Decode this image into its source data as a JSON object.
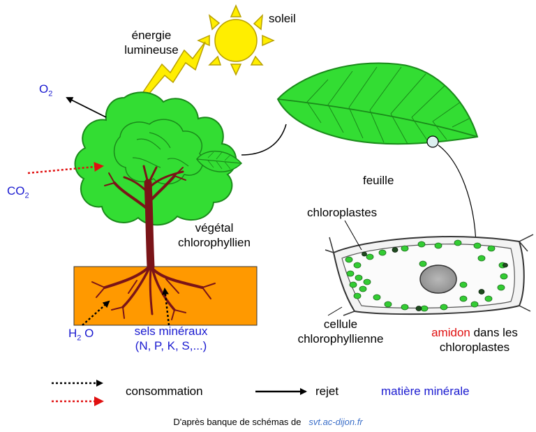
{
  "labels": {
    "soleil": "soleil",
    "energie_line1": "énergie",
    "energie_line2": "lumineuse",
    "o2_main": "O",
    "o2_sub": "2",
    "co2_main": "CO",
    "co2_sub": "2",
    "feuille": "feuille",
    "vegetal_line1": "végétal",
    "vegetal_line2": "chlorophyllien",
    "chloroplastes": "chloroplastes",
    "cellule_line1": "cellule",
    "cellule_line2": "chlorophyllienne",
    "amidon_red": "amidon",
    "amidon_rest": " dans les",
    "amidon_line2": "chloroplastes",
    "h2o_h": "H",
    "h2o_sub": "2",
    "h2o_o": " O",
    "sels_line1": "sels minéraux",
    "sels_line2": "(N, P, K, S,...)"
  },
  "legend": {
    "consommation": "consommation",
    "rejet": "rejet",
    "matiere_minerale": "matière minérale"
  },
  "credit": {
    "prefix": "D'après banque de schémas de",
    "site": "svt.ac-dijon.fr"
  },
  "colors": {
    "foliage": "#33dd33",
    "foliage_dark": "#1a8a1a",
    "trunk": "#7a1418",
    "soil": "#ff9900",
    "sun": "#ffee00",
    "sun_stroke": "#b8a000",
    "chloroplast": "#33cc33",
    "mineral_blue": "#1a1ad0",
    "red_arrow": "#e01010"
  }
}
